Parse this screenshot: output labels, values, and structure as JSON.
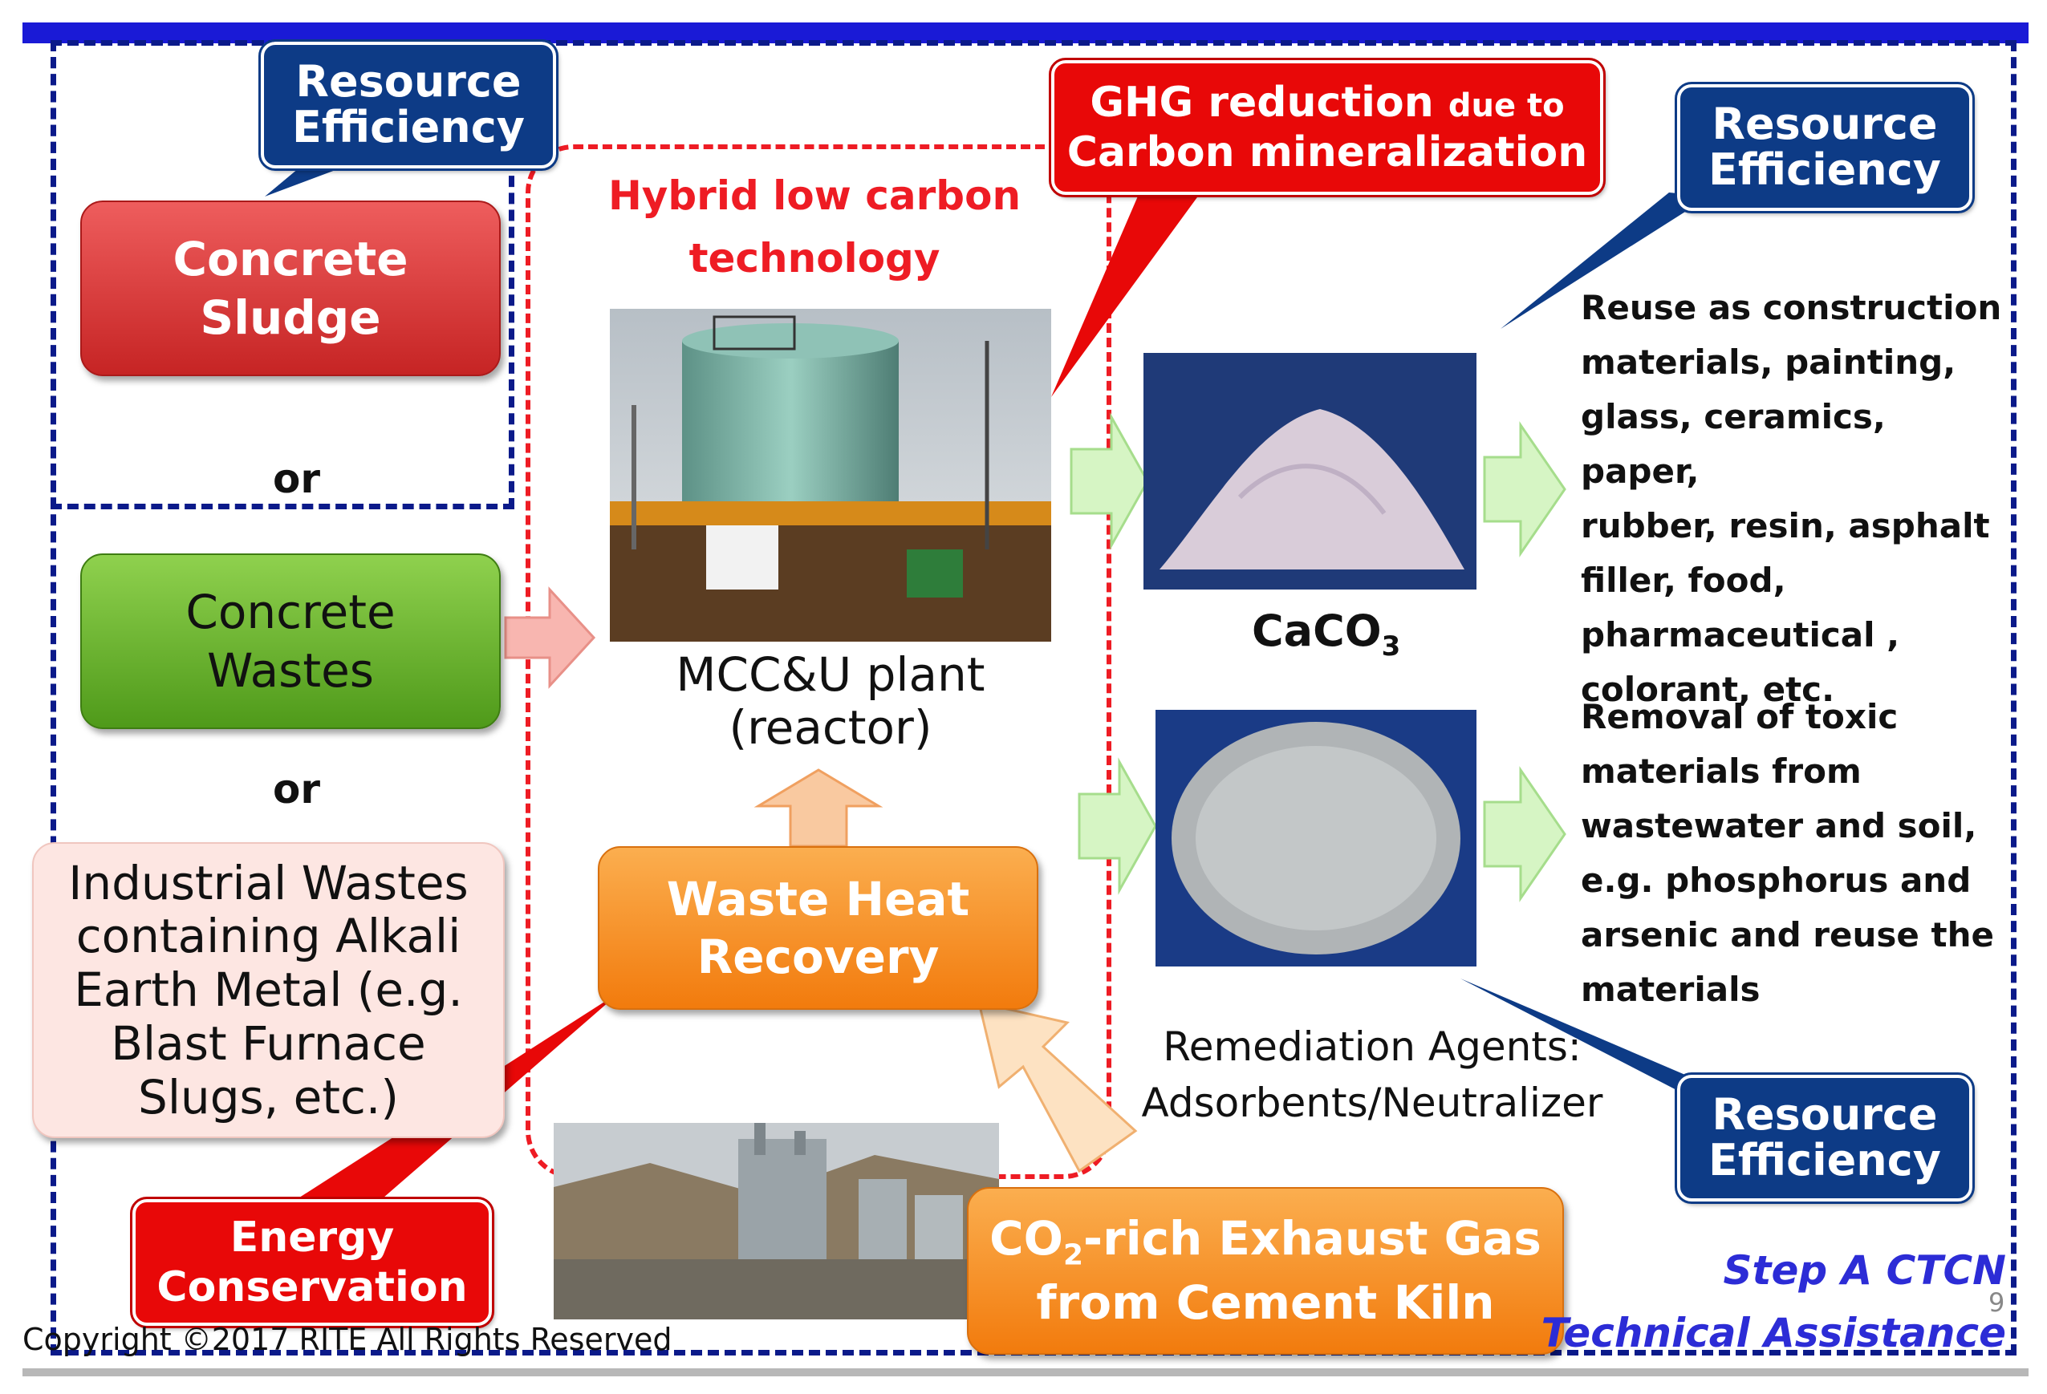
{
  "callouts": {
    "resource_efficiency_label": [
      "Resource",
      "Efficiency"
    ],
    "ghg_main": "GHG reduction",
    "ghg_small": "due to",
    "ghg_line2": "Carbon mineralization",
    "energy_line1": "Energy",
    "energy_line2": "Conservation"
  },
  "inputs": {
    "concrete_sludge": [
      "Concrete",
      "Sludge"
    ],
    "or_label": "or",
    "concrete_wastes": [
      "Concrete",
      "Wastes"
    ],
    "industrial_wastes": [
      "Industrial Wastes",
      "containing Alkali",
      "Earth Metal (e.g.",
      "Blast Furnace",
      "Slugs, etc.)"
    ]
  },
  "center": {
    "hybrid_label": [
      "Hybrid low carbon",
      "technology"
    ],
    "plant_label": [
      "MCC&U plant",
      "(reactor)"
    ],
    "waste_heat": [
      "Waste Heat",
      "Recovery"
    ],
    "exhaust_co": "CO",
    "exhaust_sub": "2",
    "exhaust_rest": "-rich Exhaust Gas",
    "exhaust_line2": "from Cement Kiln"
  },
  "products": {
    "caco3_main": "CaCO",
    "caco3_sub": "3",
    "remediation": [
      "Remediation Agents:",
      "Adsorbents/Neutralizer"
    ],
    "reuse_text": [
      "Reuse as construction",
      "materials, painting,",
      "glass, ceramics, paper,",
      "rubber, resin, asphalt",
      "filler, food,",
      "pharmaceutical ,",
      "colorant, etc."
    ],
    "removal_text": [
      "Removal of toxic",
      "materials  from",
      "wastewater and soil,",
      "e.g. phosphorus and",
      "arsenic and reuse the",
      "materials"
    ]
  },
  "footer": {
    "copyright": "Copyright ©2017 RITE All Rights Reserved",
    "step": [
      "Step A  CTCN",
      "Technical Assistance"
    ],
    "page_number": "9"
  },
  "colors": {
    "dark_blue": "#0d3b86",
    "red": "#e80808",
    "orange": "#f27b0d",
    "green": "#4f9a1a"
  }
}
